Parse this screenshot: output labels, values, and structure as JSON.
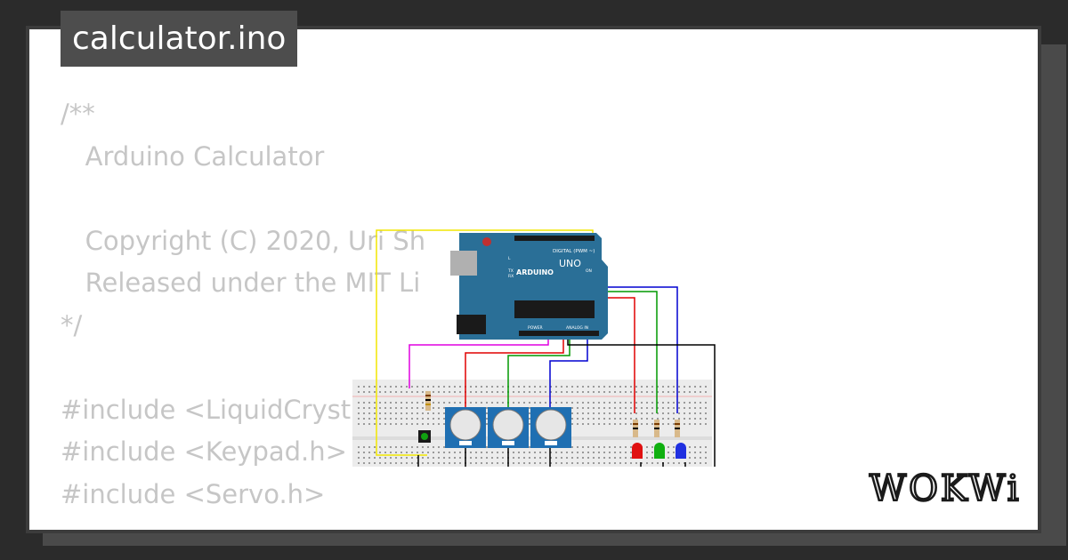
{
  "filename": "calculator.ino",
  "code_lines": [
    "/**",
    "   Arduino Calculator",
    "",
    "   Copyright (C) 2020, Uri Sh",
    "   Released under the MIT Li",
    "*/",
    "",
    "#include <LiquidCryst",
    "#include <Keypad.h>",
    "#include <Servo.h>"
  ],
  "board": {
    "name": "ARDUINO",
    "model": "UNO",
    "digital_label": "DIGITAL (PWM ~)",
    "analog_label": "ANALOG IN",
    "power_label": "POWER",
    "on_label": "ON",
    "tx_label": "TX",
    "rx_label": "RX",
    "l_label": "L"
  },
  "logo": "WOKWi",
  "colors": {
    "background": "#2b2b2b",
    "card": "#ffffff",
    "tab": "#4d4d4d",
    "code_text": "#c6c6c6",
    "board": "#2a6f97",
    "breadboard": "#ececec",
    "potentiometer": "#1f6fb2",
    "wire_yellow": "#f2e600",
    "wire_magenta": "#e000e0",
    "wire_red": "#e00000",
    "wire_green": "#009900",
    "wire_blue": "#0000d0",
    "wire_black": "#000000",
    "led_red": "#e01010",
    "led_green": "#10b010",
    "led_blue": "#2030e0"
  }
}
